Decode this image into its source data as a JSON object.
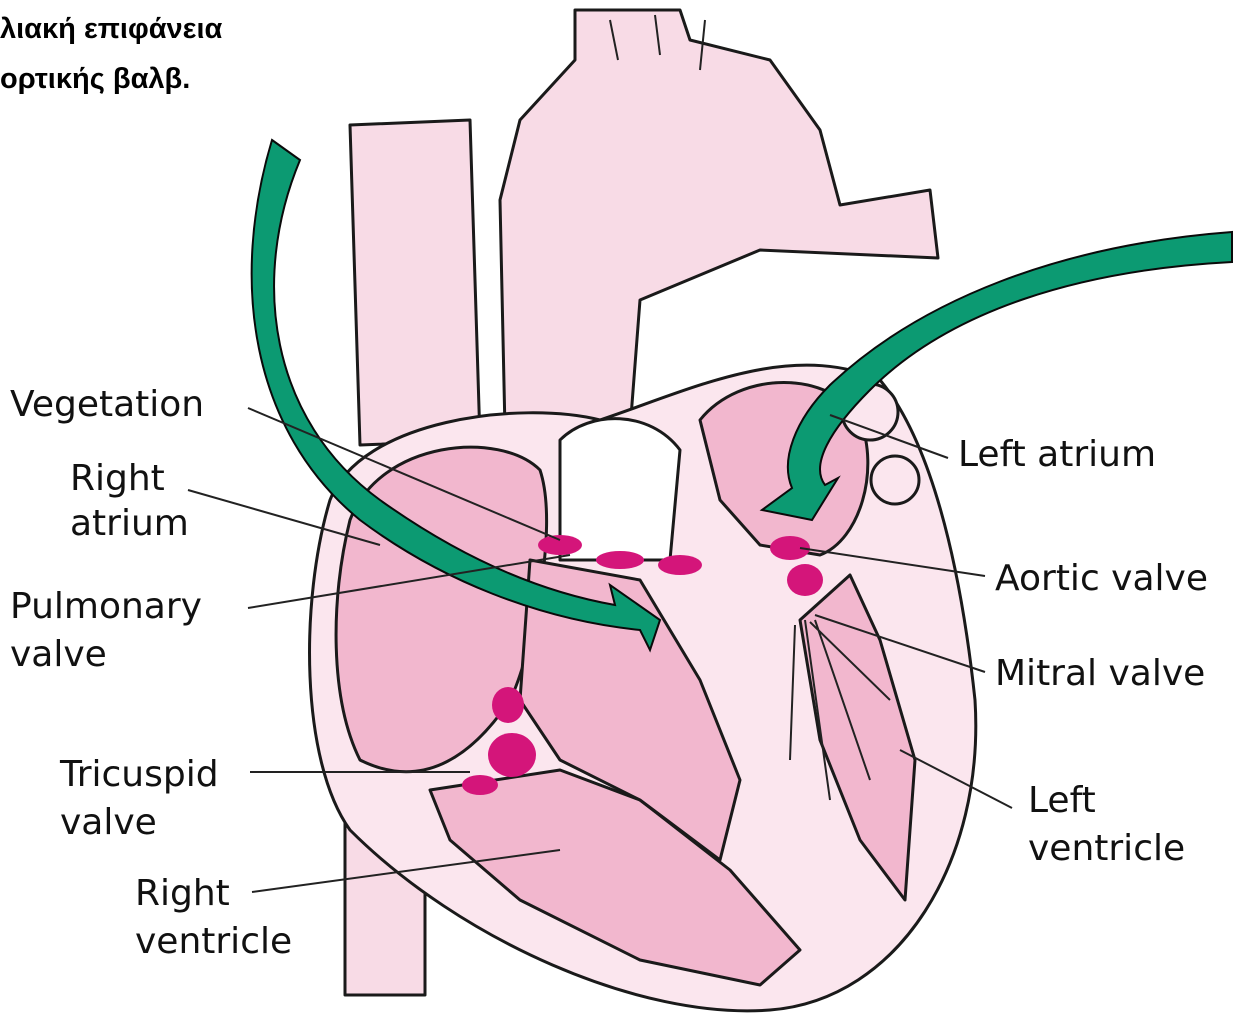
{
  "heading": {
    "line1": "λιακή επιφάνεια",
    "line2": "ορτικής βαλβ."
  },
  "labels": {
    "vegetation": "Vegetation",
    "right_atrium": [
      "Right",
      "atrium"
    ],
    "pulmonary_valve": [
      "Pulmonary",
      "valve"
    ],
    "tricuspid_valve": [
      "Tricuspid",
      "valve"
    ],
    "right_ventricle": [
      "Right",
      "ventricle"
    ],
    "left_atrium": "Left atrium",
    "aortic_valve": "Aortic valve",
    "mitral_valve": "Mitral valve",
    "left_ventricle": [
      "Left",
      "ventricle"
    ]
  },
  "colors": {
    "tissue_light": "#f8dbe6",
    "tissue_mid": "#f2b7ce",
    "vegetation": "#d4157a",
    "arrow": "#0c9a72",
    "outline": "#1a1a1a"
  }
}
